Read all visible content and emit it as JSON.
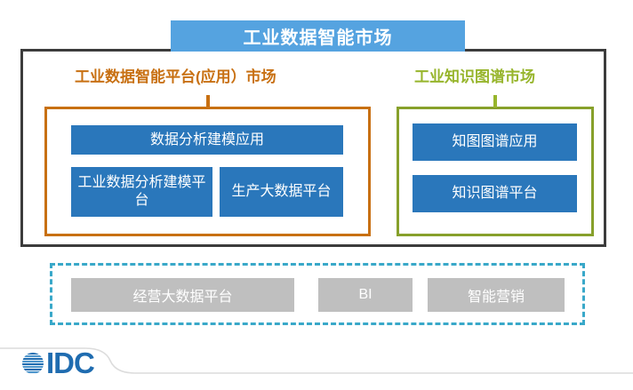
{
  "diagram": {
    "title": "工业数据智能市场",
    "sections": [
      {
        "id": "platform-market",
        "header": "工业数据智能平台(应用）市场",
        "accent_color": "#c87012",
        "boxes": [
          {
            "label": "数据分析建模应用"
          },
          {
            "label": "工业数据分析建模平台"
          },
          {
            "label": "生产大数据平台"
          }
        ]
      },
      {
        "id": "knowledge-graph-market",
        "header": "工业知识图谱市场",
        "accent_color": "#87a02b",
        "boxes": [
          {
            "label": "知图图谱应用"
          },
          {
            "label": "知识图谱平台"
          }
        ]
      }
    ],
    "support_band": {
      "accent_color": "#39a8c9",
      "boxes": [
        {
          "label": "经营大数据平台"
        },
        {
          "label": "BI"
        },
        {
          "label": "智能营销"
        }
      ]
    },
    "colors": {
      "title_banner": "#55a3e0",
      "box_blue": "#2a77bb",
      "box_gray": "#bfbfbf",
      "frame_dark": "#3c3c3c",
      "logo_blue": "#1f6cb0"
    }
  },
  "footer": {
    "logo_text": "IDC"
  }
}
